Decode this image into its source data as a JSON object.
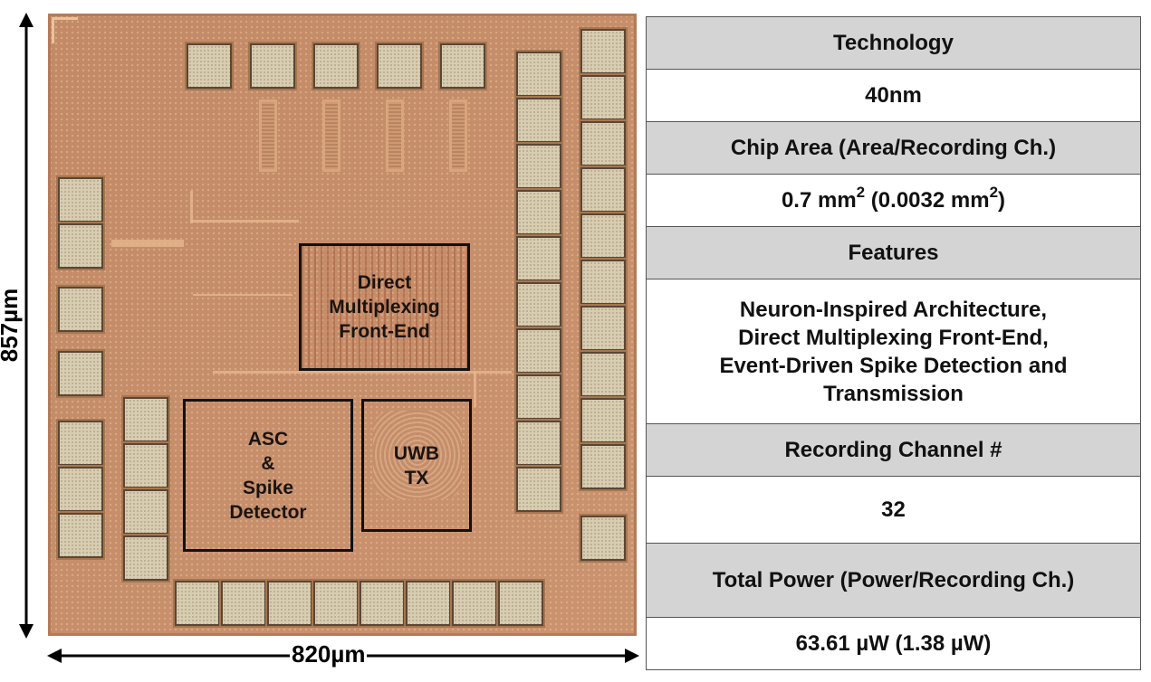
{
  "dimensions": {
    "height_label": "857µm",
    "width_label": "820µm"
  },
  "chip": {
    "blocks": {
      "front_end": "Direct\nMultiplexing\nFront-End",
      "asc": "ASC\n&\nSpike\nDetector",
      "uwb": "UWB\nTX"
    }
  },
  "table": {
    "technology_label": "Technology",
    "technology_value": "40nm",
    "area_label": "Chip Area (Area/Recording Ch.)",
    "area_value_a": "0.7 mm",
    "area_value_sup1": "2",
    "area_value_b": " (0.0032 mm",
    "area_value_sup2": "2",
    "area_value_c": ")",
    "features_label": "Features",
    "features_value_1": "Neuron-Inspired Architecture,",
    "features_value_2": "Direct Multiplexing Front-End,",
    "features_value_3": "Event-Driven Spike Detection and",
    "features_value_4": "Transmission",
    "channels_label": "Recording Channel #",
    "channels_value": "32",
    "power_label": "Total Power (Power/Recording Ch.)",
    "power_value": "63.61 µW (1.38 µW)"
  },
  "colors": {
    "chip_background": "#c68f6c",
    "pad": "#d8cdb0",
    "header_row": "#d4d4d4"
  }
}
